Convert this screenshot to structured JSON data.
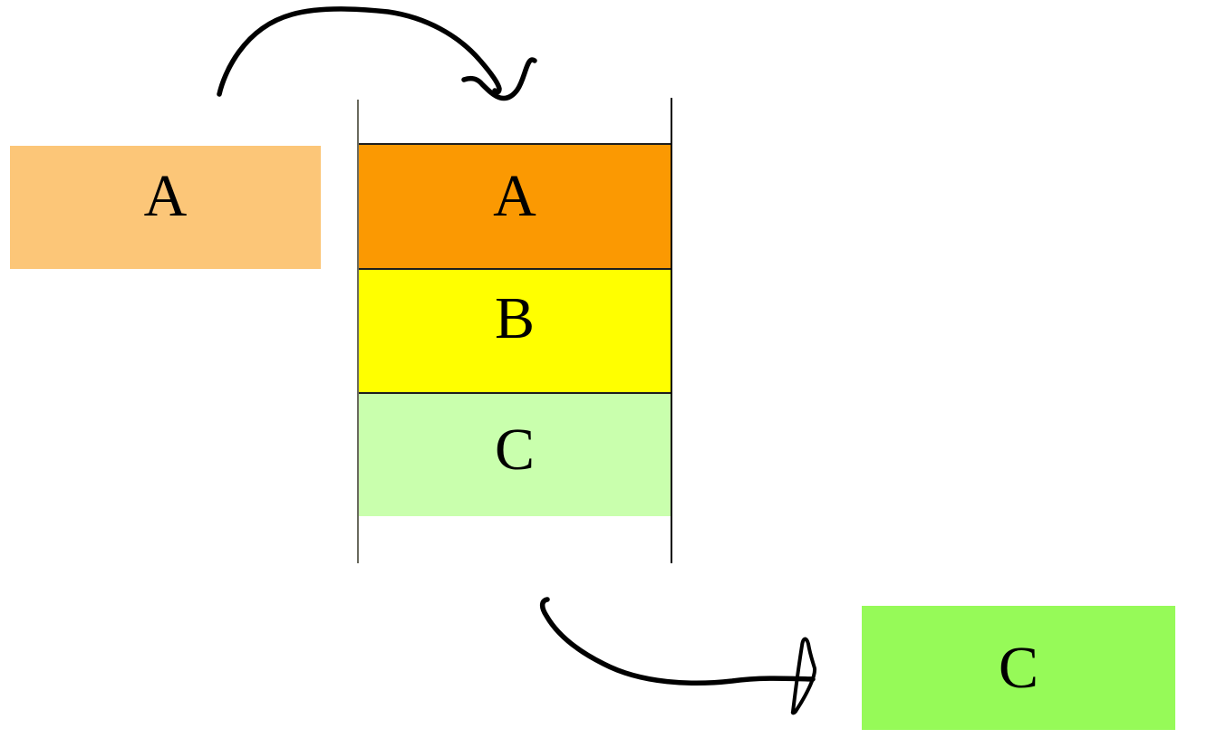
{
  "diagram": {
    "background": "#FFFFFF",
    "text_color": "#000000",
    "source_box": {
      "label": "A",
      "fill": "#FCC678"
    },
    "stack": {
      "segments": [
        {
          "label": "A",
          "fill": "#FB9902"
        },
        {
          "label": "B",
          "fill": "#FFFF00"
        },
        {
          "label": "C",
          "fill": "#C9FFAD"
        }
      ],
      "left_wall_color": "#6A6A5E",
      "right_wall_color": "#000000",
      "divider_color": "#1E1E1E"
    },
    "dest_box": {
      "label": "C",
      "fill": "#96FA58"
    },
    "arrows": {
      "color": "#000000",
      "in_icon": "hand-drawn-curved-arrow-icon",
      "out_icon": "hand-drawn-curved-arrow-icon"
    }
  }
}
